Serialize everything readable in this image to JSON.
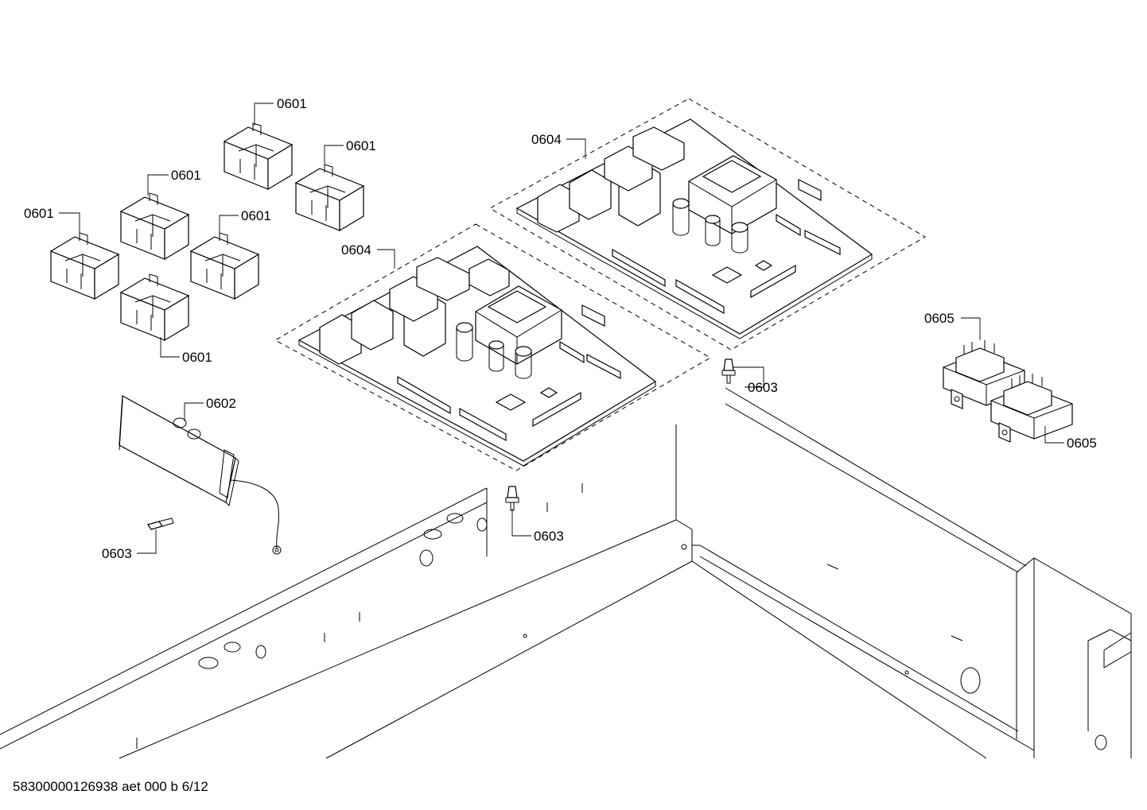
{
  "labels": {
    "relay_socket": "0601",
    "display_board": "0602",
    "spacer": "0603",
    "control_board": "0604",
    "transformer": "0605"
  },
  "footer": {
    "doc_code": "58300000126938 aet 000 b 6/12"
  }
}
